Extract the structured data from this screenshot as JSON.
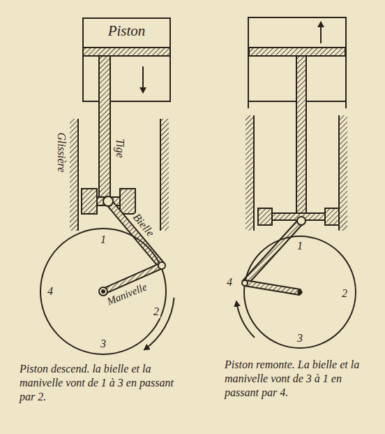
{
  "diagram": {
    "nodes": [
      {
        "text": [
          "Piston"
        ]
      }
    ],
    "labels": [
      "Glissière",
      "Tige",
      "Bielle",
      "1",
      "2",
      "3",
      "4",
      "Manivelle",
      "Piston descend. la bielle et la manivelle vont de 1 à 3 en passant par 2.",
      "1",
      "2",
      "3",
      "4",
      "Piston remonte. La bielle et la manivelle vont de 3 à 1 en passant par 4."
    ]
  }
}
